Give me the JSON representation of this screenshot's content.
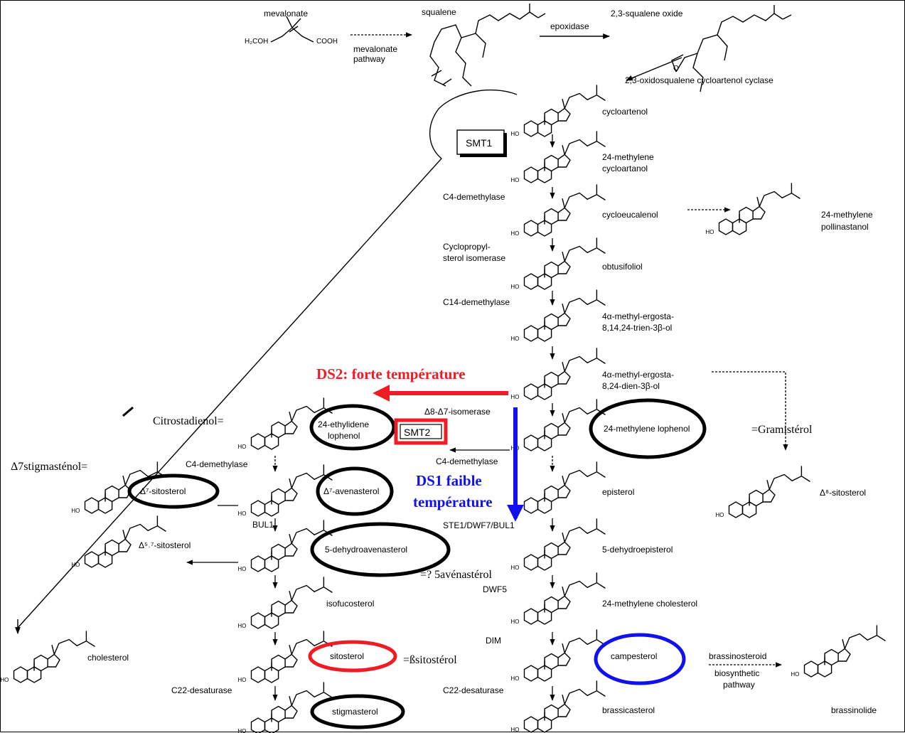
{
  "labels": {
    "mevalonate": "mevalonate",
    "mevalonate_formula_left": "H₂COH",
    "mevalonate_formula_right": "COOH",
    "mevalonate_pathway_1": "mevalonate",
    "mevalonate_pathway_2": "pathway",
    "squalene": "squalene",
    "epoxidase": "epoxidase",
    "squalene_oxide": "2,3-squalene oxide",
    "cyclase": "2,3-oxidosqualene cycloartenol cyclase",
    "smt1": "SMT1",
    "cycloartenol": "cycloartenol",
    "methylene_cycloartanol_1": "24-methylene",
    "methylene_cycloartanol_2": "cycloartanol",
    "c4_demethylase_1": "C4-demethylase",
    "cycloeucalenol": "cycloeucalenol",
    "pollinastanol_1": "24-methylene",
    "pollinastanol_2": "pollinastanol",
    "cyclopropyl_1": "Cyclopropyl-",
    "cyclopropyl_2": "sterol isomerase",
    "obtusifoliol": "obtusifoliol",
    "c14_demethylase": "C14-demethylase",
    "trien_1": "4α-methyl-ergosta-",
    "trien_2": "8,14,24-trien-3β-ol",
    "dien_1": "4α-methyl-ergosta-",
    "dien_2": "8,24-dien-3β-ol",
    "ds2": "DS2: forte température",
    "isomerase": "Δ8-Δ7-isomerase",
    "citrostadienol": "Citrostadienol=",
    "ethylidene_lophenol_1": "24-ethylidene",
    "ethylidene_lophenol_2": "lophenol",
    "smt2": "SMT2",
    "methylene_lophenol": "24-methylene lophenol",
    "gramisterol": "=Gramistérol",
    "d8_sitosterol": "Δ⁸-sitosterol",
    "stigmastenol": "Δ7stigmasténol=",
    "c4_demethylase_2": "C4-demethylase",
    "c4_demethylase_3": "C4-demethylase",
    "d7_sitosterol": "Δ⁷-sitosterol",
    "d7_avenasterol": "Δ⁷-avenasterol",
    "ds1_1": "DS1 faible",
    "ds1_2": "température",
    "episterol": "episterol",
    "bul1": "BUL1",
    "ste1": "STE1/DWF7/BUL1",
    "d57_sitosterol": "Δ⁵˒⁷-sitosterol",
    "dehydroavenasterol": "5-dehydroavenasterol",
    "dehydroepisterol": "5-dehydroepisterol",
    "avenasterol_note": "=? 5avénastérol",
    "dwf5": "DWF5",
    "isofucosterol": "isofucosterol",
    "methylene_cholesterol": "24-methylene cholesterol",
    "dim": "DIM",
    "cholesterol": "cholesterol",
    "sitosterol": "sitosterol",
    "beta_sitosterol": "=ßsitostérol",
    "campesterol": "campesterol",
    "brassinosteroid_1": "brassinosteroid",
    "brassinosteroid_2": "biosynthetic",
    "brassinosteroid_3": "pathway",
    "brassinolide": "brassinolide",
    "c22_desaturase_1": "C22-desaturase",
    "c22_desaturase_2": "C22-desaturase",
    "stigmasterol": "stigmasterol",
    "brassicasterol": "brassicasterol",
    "ho": "HO"
  },
  "colors": {
    "ink": "#000000",
    "red": "#ee1c24",
    "blue": "#1111ee"
  }
}
